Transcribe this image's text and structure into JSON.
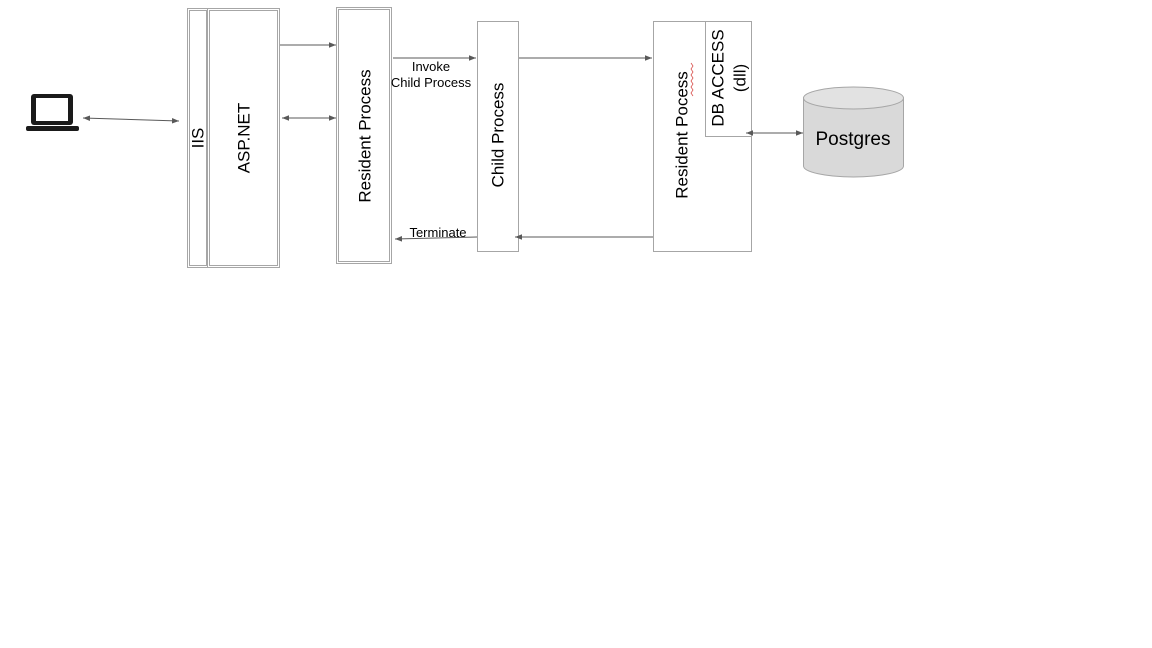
{
  "nodes": {
    "iis": "IIS",
    "aspnet": "ASP.NET",
    "resident_process_1": "Resident Process",
    "child_process": "Child Process",
    "resident_process_2": "Resident Pocess",
    "db_access_line1": "DB ACCESS",
    "db_access_line2": "(dll)",
    "postgres": "Postgres"
  },
  "edges": {
    "invoke_line1": "Invoke",
    "invoke_line2": "Child Process",
    "terminate": "Terminate"
  },
  "icons": {
    "client": "laptop-icon",
    "database": "database-cylinder-icon"
  },
  "colors": {
    "box_border": "#a6a6a6",
    "arrow": "#595959",
    "cylinder_fill": "#d9d9d9",
    "spellcheck_underline": "#d9534f"
  }
}
